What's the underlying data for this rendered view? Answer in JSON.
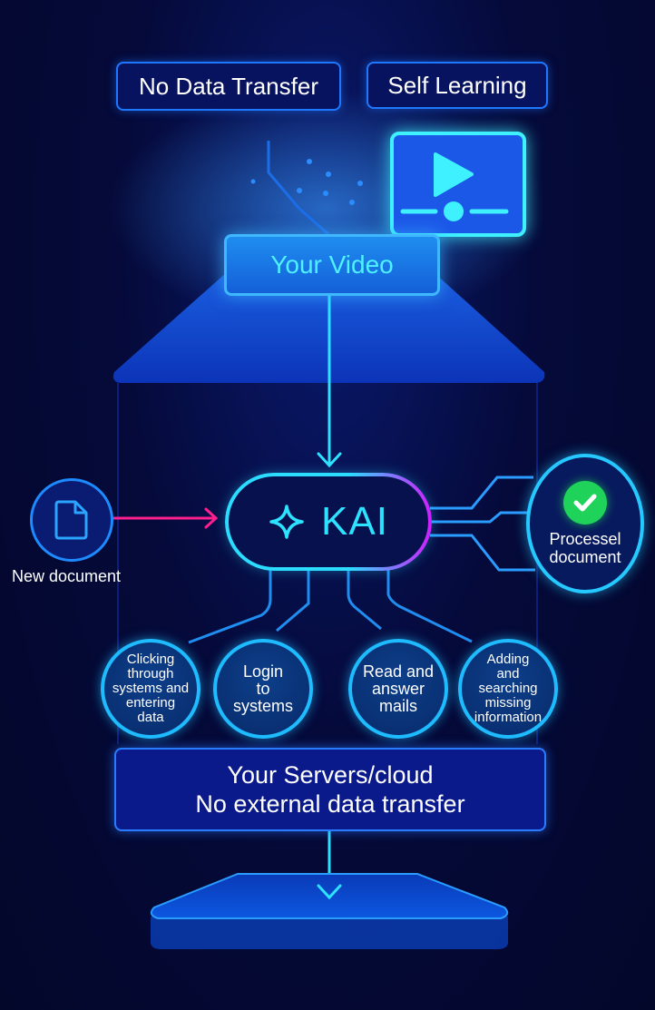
{
  "badges": {
    "no_data_transfer": "No Data Transfer",
    "self_learning": "Self Learning"
  },
  "video": {
    "label": "Your Video",
    "icon": "video-play-icon"
  },
  "input": {
    "label": "New document",
    "icon": "document-icon",
    "arrow_color": "#ff1f8e"
  },
  "kai": {
    "label": "KAI",
    "icon": "sparkle-icon"
  },
  "output": {
    "label_line1": "Processel",
    "label_line2": "document",
    "icon": "checkmark-icon",
    "check_color": "#1fd35a"
  },
  "tasks": [
    {
      "lines": [
        "Clicking",
        "through",
        "systems and",
        "entering",
        "data"
      ]
    },
    {
      "lines": [
        "Login",
        "to",
        "systems"
      ]
    },
    {
      "lines": [
        "Read and",
        "answer",
        "mails"
      ]
    },
    {
      "lines": [
        "Adding",
        "and",
        "searching",
        "missing",
        "information"
      ]
    }
  ],
  "servers": {
    "line1": "Your Servers/cloud",
    "line2": "No external data transfer"
  },
  "colors": {
    "accent_cyan": "#2de2ff",
    "accent_blue": "#1e78ff",
    "accent_magenta": "#d21cff",
    "background": "#050a3a"
  }
}
